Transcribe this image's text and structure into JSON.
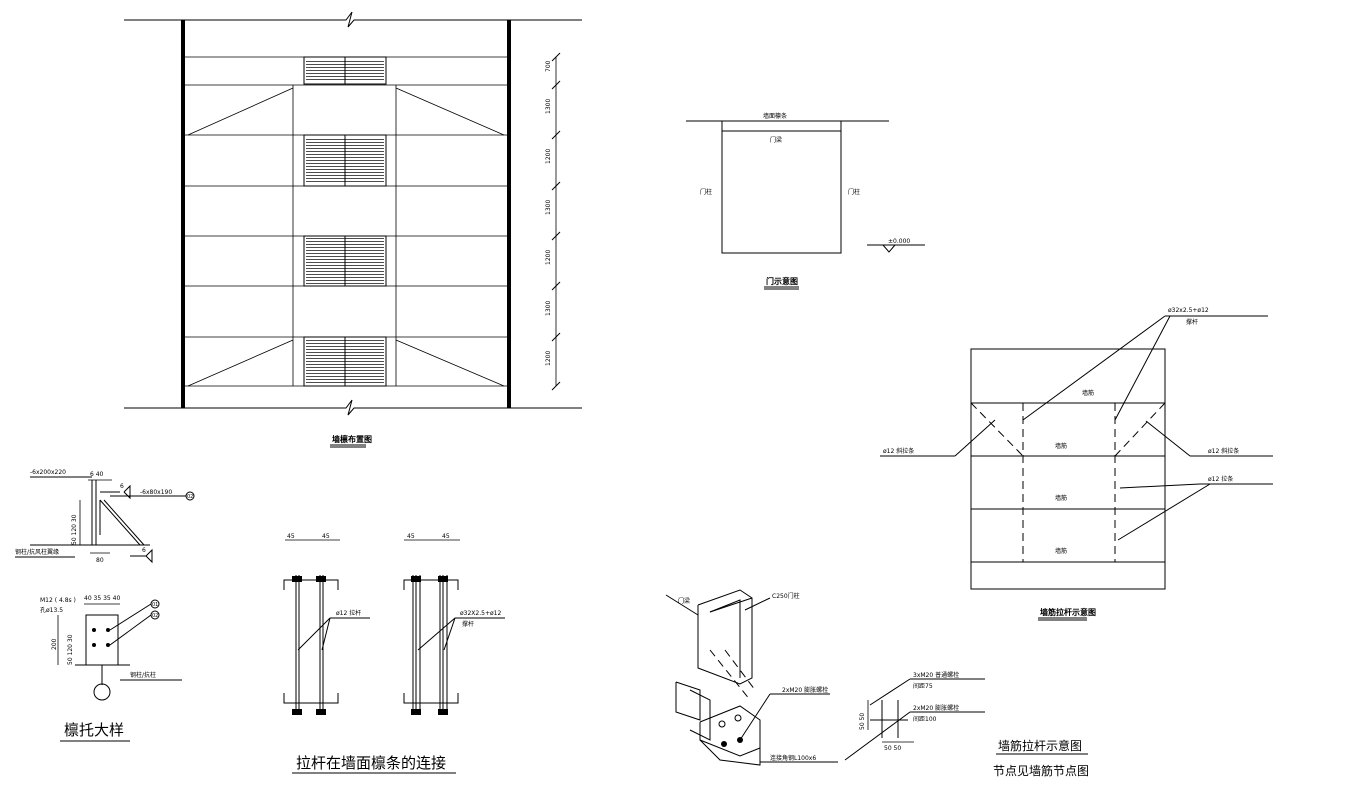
{
  "wall_layout": {
    "title": "墙檩布置图",
    "dims": [
      "700",
      "1300",
      "1200",
      "1300",
      "1200",
      "1300",
      "1200"
    ]
  },
  "door_diagram": {
    "title": "门示意图",
    "top_label": "墙面檩条",
    "beam_label": "门梁",
    "left_col": "门柱",
    "right_col": "门柱",
    "elevation": "±0.000"
  },
  "tie_diagram": {
    "title": "墙筋拉杆示意图",
    "top_callout_1": "ø32x2.5+ø12",
    "top_callout_2": "撑杆",
    "diag_left": "ø12 斜拉条",
    "diag_right": "ø12 斜拉条",
    "tie_right": "ø12 拉条",
    "cell_labels": [
      "墙筋",
      "墙筋",
      "墙筋",
      "墙筋"
    ]
  },
  "purlin_detail": {
    "title": "檩托大样",
    "plate1": "-6x200x220",
    "dim_640": "6 40",
    "plate2": "-6x80x190",
    "circle_02": "02",
    "weld1": "6",
    "weld2": "6",
    "vdim": "50 120 30",
    "left_note": "钢柱/抗风柱翼缘",
    "dim_80": "80",
    "bolt": "M12 ( 4.8s )",
    "hole": "孔ø13.5",
    "hdims": "40 35 35 40",
    "circle_01": "01",
    "circle_02b": "02",
    "vdim_200": "200",
    "vdim2": "50 120 30",
    "bottom_note": "钢柱/抗柱"
  },
  "rod_connection": {
    "title": "拉杆在墙面檩条的连接",
    "dim_a": "45",
    "dim_b": "45",
    "dim_c": "45",
    "dim_d": "45",
    "left_label": "ø12 拉杆",
    "right_label_1": "ø32X2.5+ø12",
    "right_label_2": "撑杆"
  },
  "door_post_node": {
    "beam_label": "门梁",
    "post_label": "C250门柱",
    "anchor_label": "2xM20 膨胀螺栓",
    "angle_label": "连接角钢L100x6",
    "bolt1": "3xM20 普通螺栓",
    "bolt1_pitch": "间距75",
    "bolt2": "2xM20 膨胀螺栓",
    "bolt2_pitch": "间距100",
    "vdim": "50 50",
    "hdim": "50 50",
    "title": "墙筋拉杆示意图",
    "subtitle": "节点见墙筋节点图"
  }
}
